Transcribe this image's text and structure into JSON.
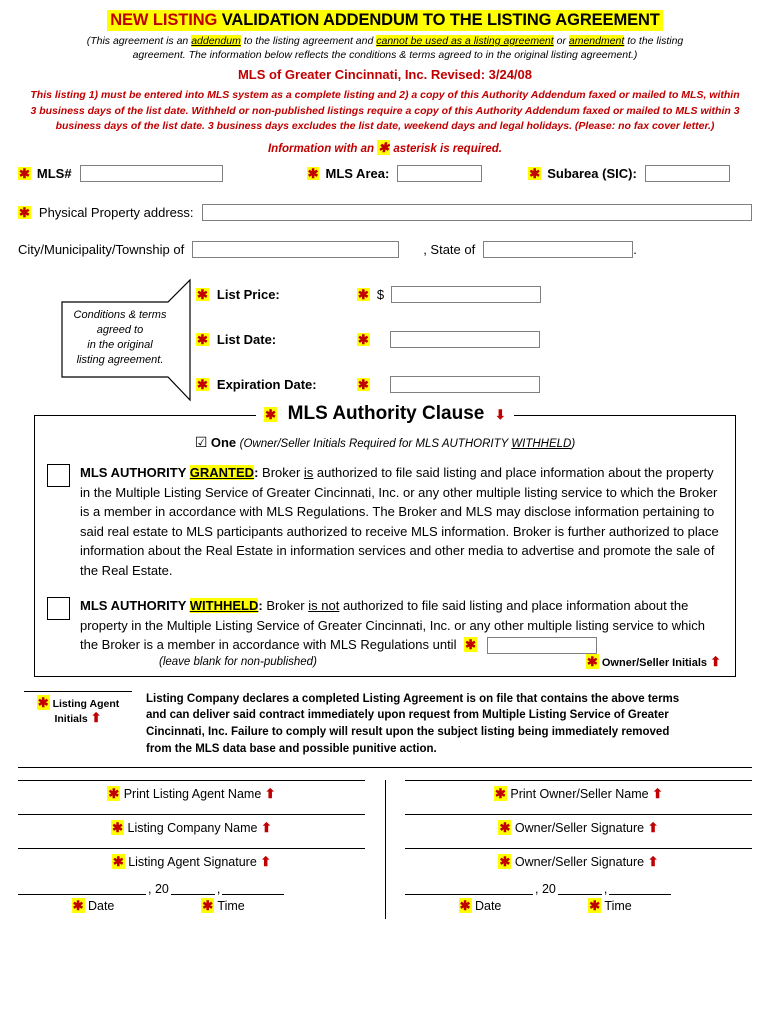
{
  "header": {
    "title_new_listing": "NEW LISTING",
    "title_rest": " VALIDATION ADDENDUM TO THE LISTING AGREEMENT",
    "subtitle_1": "(This agreement is an ",
    "subtitle_addendum": "addendum",
    "subtitle_2": " to the listing agreement and ",
    "subtitle_cannot": "cannot be used as a listing agreement",
    "subtitle_3": " or ",
    "subtitle_amendment": "amendment",
    "subtitle_4": " to the listing",
    "subtitle_5": "agreement.  The information below reflects the conditions & terms agreed to in the original listing agreement.)",
    "mls_line": "MLS of Greater Cincinnati, Inc.  Revised:  3/24/08",
    "para_line1": "This listing 1) must be entered into MLS system as a complete listing and 2) a copy of this Authority Addendum faxed or mailed to MLS, within",
    "para_line2": "3 business days of the list date.  Withheld or non-published listings require a copy of this Authority Addendum faxed or mailed to MLS within 3",
    "para_line3": "business days of the list date.  3 business days excludes the list date, weekend days and legal holidays.  (Please: no fax cover letter.)",
    "asterisk_note_pre": "Information with an ",
    "asterisk_note_post": " asterisk is required."
  },
  "fields": {
    "mls_number_label": "MLS#",
    "mls_number_value": "",
    "mls_area_label": "MLS Area:",
    "mls_area_value": "",
    "subarea_label": "Subarea (SIC):",
    "subarea_value": "",
    "property_address_label": "Physical Property address:",
    "property_address_value": "",
    "city_label": "City/Municipality/Township of",
    "city_value": "",
    "state_label": ", State of",
    "state_value": "",
    "state_period": ".",
    "conditions_note_l1": "Conditions & terms",
    "conditions_note_l2": "agreed to",
    "conditions_note_l3": "in the original",
    "conditions_note_l4": "listing agreement.",
    "list_price_label": "List Price:",
    "list_price_dollar": "$",
    "list_price_value": "",
    "list_date_label": "List Date:",
    "list_date_value": "",
    "expiration_date_label": "Expiration Date:",
    "expiration_date_value": ""
  },
  "authority": {
    "box_title": "MLS Authority Clause",
    "one_check": "☑",
    "one_label": "One",
    "one_note_pre": "(Owner/Seller Initials Required for MLS AUTHORITY ",
    "one_note_withheld": "WITHHELD",
    "one_note_post": ")",
    "granted_label": "MLS AUTHORITY ",
    "granted_word": "GRANTED",
    "granted_colon": ":",
    "granted_text_1": " Broker ",
    "granted_is": "is",
    "granted_text_2": " authorized to file said listing and place information about the property in the Multiple Listing Service of Greater Cincinnati, Inc. or any other multiple listing service to which the Broker is a member in accordance with MLS Regulations.  The Broker and MLS may disclose information pertaining to said real estate to MLS participants authorized to receive MLS information.  Broker is further authorized to place information about the Real Estate in information services and other media to advertise and promote the sale of the Real Estate.",
    "withheld_label": "MLS AUTHORITY ",
    "withheld_word": "WITHHELD",
    "withheld_colon": ":",
    "withheld_text_1": " Broker ",
    "withheld_is_not": "is not",
    "withheld_text_2": " authorized to file said listing and place information about the property in the Multiple Listing Service of Greater Cincinnati, Inc. or any other multiple listing service to which the Broker is a member in accordance with MLS Regulations until",
    "leave_blank": "(leave blank  for non-published)",
    "owner_initials": "Owner/Seller Initials"
  },
  "declaration": {
    "agent_initials_l1": "Listing Agent",
    "agent_initials_l2": "Initials",
    "text_l1": "Listing Company declares a completed Listing Agreement is on file that contains the above terms",
    "text_l2": "and can deliver said contract immediately upon request from Multiple Listing Service of Greater",
    "text_l3": "Cincinnati, Inc. Failure to comply will result upon the subject listing being immediately removed",
    "text_l4": "from the MLS data base and possible punitive action."
  },
  "signatures": {
    "left": [
      "Print Listing Agent Name",
      "Listing Company Name",
      "Listing Agent Signature"
    ],
    "right": [
      "Print Owner/Seller Name",
      "Owner/Seller Signature",
      "Owner/Seller Signature"
    ],
    "date_label": "Date",
    "time_label": "Time",
    "year_prefix": ", 20"
  },
  "colors": {
    "highlight": "#ffff00",
    "red": "#c00000"
  },
  "glyphs": {
    "asterisk": "✱",
    "arrow_up": "⬆",
    "arrow_down": "⬇"
  }
}
